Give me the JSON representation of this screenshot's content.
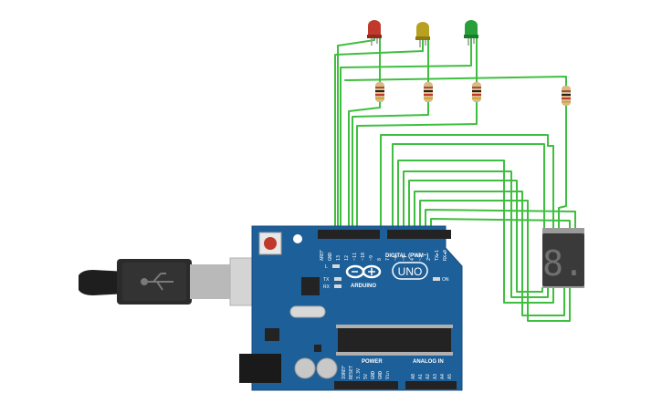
{
  "board": {
    "brand": "ARDUINO",
    "model": "UNO",
    "header_digital": "DIGITAL (PWM~)",
    "header_power": "POWER",
    "header_analog": "ANALOG IN",
    "led_l": "L",
    "led_tx": "TX",
    "led_rx": "RX",
    "led_on": "ON",
    "digital_pins": [
      "AREF",
      "GND",
      "13",
      "12",
      "~11",
      "~10",
      "~9",
      "8",
      "7",
      "~6",
      "~5",
      "4",
      "~3",
      "2",
      "TX►1",
      "RX◄0"
    ],
    "power_pins": [
      "IOREF",
      "RESET",
      "3.3V",
      "5V",
      "GND",
      "GND",
      "Vin"
    ],
    "analog_pins": [
      "A0",
      "A1",
      "A2",
      "A3",
      "A4",
      "A5"
    ]
  },
  "components": {
    "leds": [
      {
        "name": "red",
        "color": "#c0392b"
      },
      {
        "name": "yellow",
        "color": "#b8a020"
      },
      {
        "name": "green",
        "color": "#27a03a"
      }
    ],
    "display_digit": "8.",
    "colors": {
      "board": "#1d5f98",
      "wire": "#3fbf3f",
      "usb": "#2b2b2b",
      "display": "#3a3a3a"
    }
  }
}
